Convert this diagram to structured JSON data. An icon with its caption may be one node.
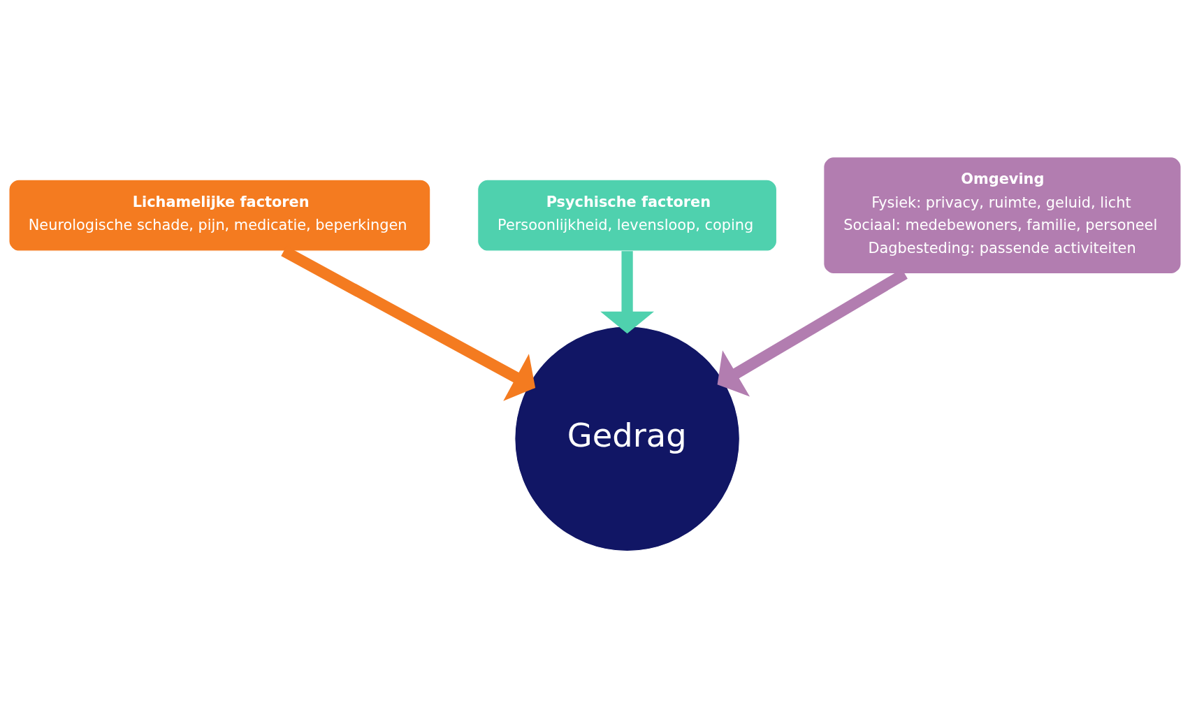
{
  "diagram": {
    "nodes": [
      {
        "text": [
          "Lichamelijke factoren",
          "Neurologische schade, pijn, medicatie, beperkingen"
        ]
      },
      {
        "text": [
          "Psychische factoren",
          "Persoonlijkheid, levensloop, coping"
        ]
      },
      {
        "text": [
          "Omgeving",
          "Fysiek: privacy, ruimte, geluid, licht",
          "Sociaal: medebewoners, familie, personeel",
          "Dagbesteding: passende activiteiten"
        ]
      },
      {
        "text": [
          "Gedrag"
        ]
      }
    ],
    "edges": [
      {
        "from": 0,
        "to": 3,
        "arrow": "to",
        "color": "#f47b20"
      },
      {
        "from": 1,
        "to": 3,
        "arrow": "to",
        "color": "#4fd1ae"
      },
      {
        "from": 2,
        "to": 3,
        "arrow": "to",
        "color": "#b27db0"
      }
    ]
  }
}
